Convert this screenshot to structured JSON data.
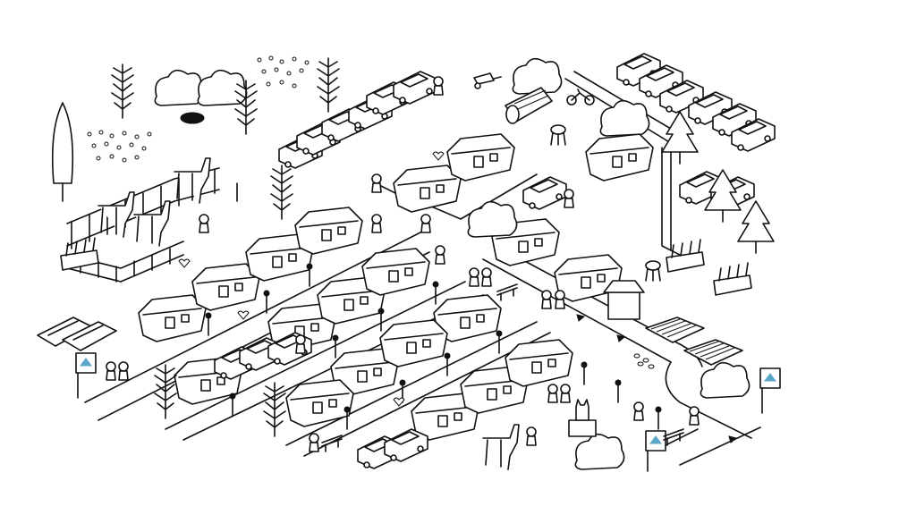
{
  "scene": {
    "title": "",
    "style": "black-and-white line art, isometric hidden-object map",
    "accent_color": "#5aa6c8",
    "ink_color": "#111111",
    "background_color": "#ffffff"
  },
  "objects": [
    {
      "name": "trailer",
      "icon": "trailer-icon",
      "count": 20
    },
    {
      "name": "car",
      "icon": "car-icon",
      "count": 20
    },
    {
      "name": "pine-tree",
      "icon": "pine-tree-icon",
      "count": 4
    },
    {
      "name": "shrub",
      "icon": "shrub-icon",
      "count": 7
    },
    {
      "name": "fence",
      "icon": "fence-icon",
      "count": 2
    },
    {
      "name": "llama",
      "icon": "llama-icon",
      "count": 4
    },
    {
      "name": "character",
      "icon": "character-icon",
      "count": 20
    },
    {
      "name": "street-lamp",
      "icon": "lamp-icon",
      "count": 14
    },
    {
      "name": "rowboat",
      "icon": "boat-icon",
      "count": 2
    },
    {
      "name": "signpost",
      "icon": "sign-icon",
      "count": 3
    }
  ]
}
